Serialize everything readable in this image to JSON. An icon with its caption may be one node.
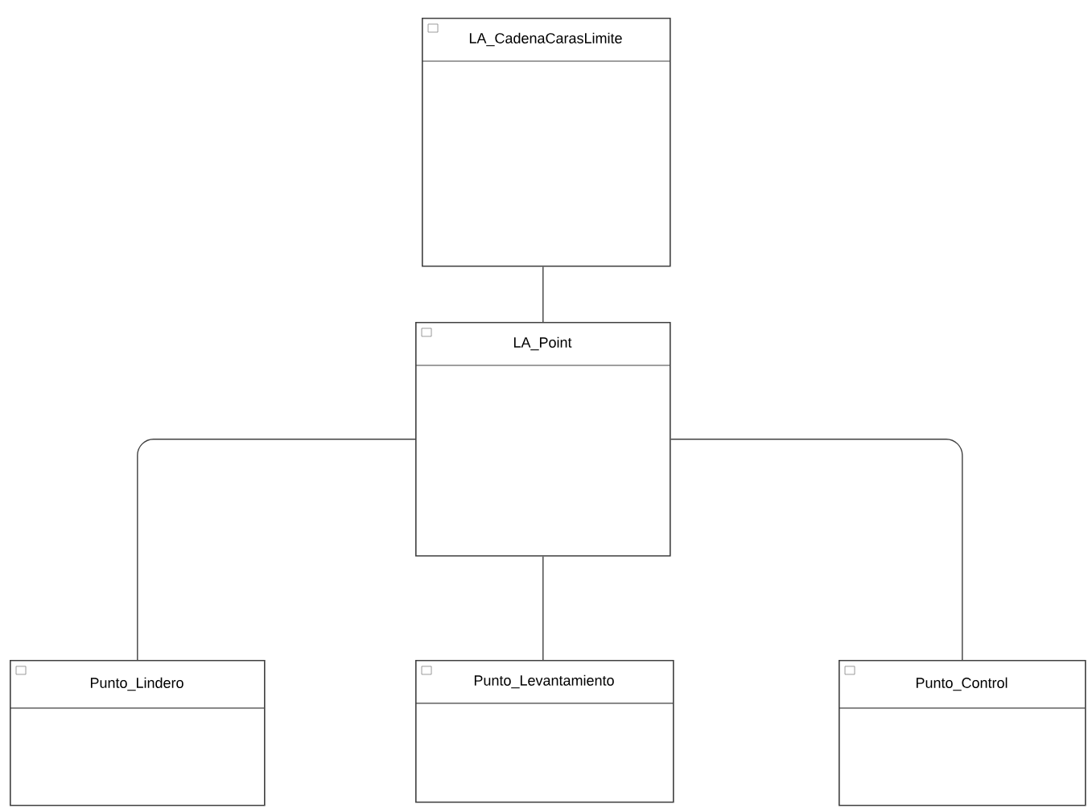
{
  "diagram": {
    "nodes": [
      {
        "text": [
          "LA_CadenaCarasLimite"
        ]
      },
      {
        "text": [
          "LA_Point"
        ]
      },
      {
        "text": [
          "Punto_Lindero"
        ]
      },
      {
        "text": [
          "Punto_Levantamiento"
        ]
      },
      {
        "text": [
          "Punto_Control"
        ]
      }
    ],
    "edges": [
      {
        "from": 1,
        "to": 0,
        "arrow": "none"
      },
      {
        "from": 1,
        "to": 2,
        "arrow": "none"
      },
      {
        "from": 1,
        "to": 3,
        "arrow": "none"
      },
      {
        "from": 1,
        "to": 4,
        "arrow": "none"
      }
    ]
  }
}
